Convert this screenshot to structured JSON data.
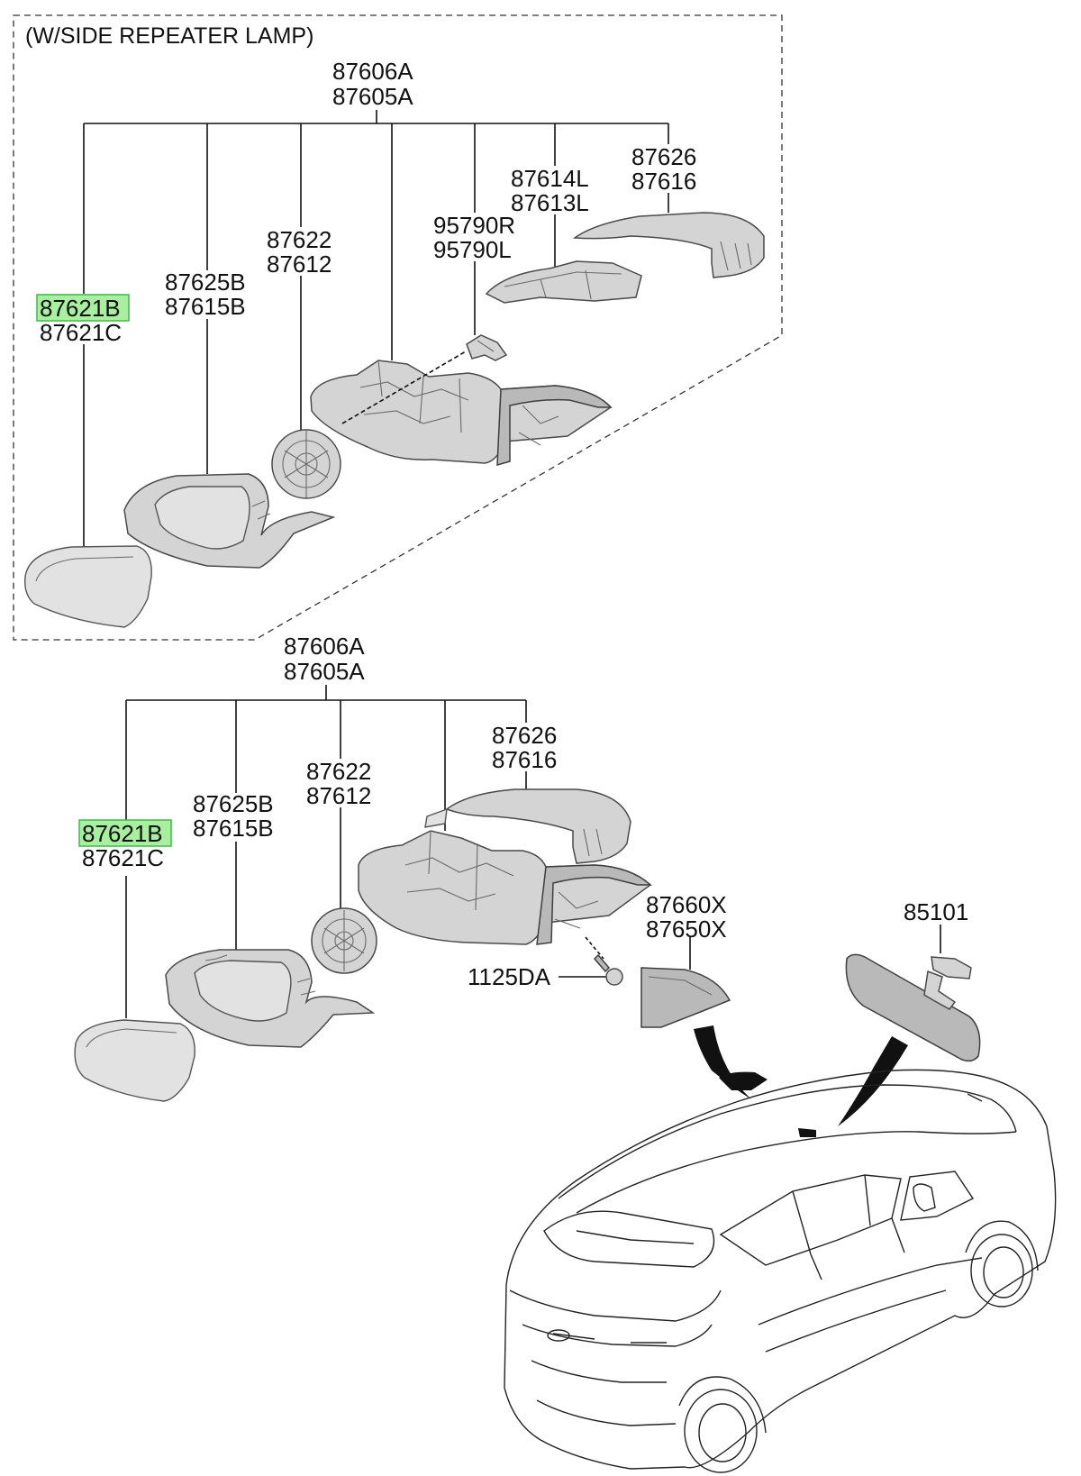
{
  "diagram": {
    "section_title": "(W/SIDE REPEATER LAMP)",
    "top_group": {
      "assembly": [
        "87606A",
        "87605A"
      ],
      "mirror_glass": [
        "87621B",
        "87621C"
      ],
      "holder": [
        "87625B",
        "87615B"
      ],
      "actuator": [
        "87622",
        "87612"
      ],
      "repeater_lamp": [
        "95790R",
        "95790L"
      ],
      "lamp_lens": [
        "87614L",
        "87613L"
      ],
      "cover": [
        "87626",
        "87616"
      ]
    },
    "bottom_group": {
      "assembly": [
        "87606A",
        "87605A"
      ],
      "mirror_glass": [
        "87621B",
        "87621C"
      ],
      "holder": [
        "87625B",
        "87615B"
      ],
      "actuator": [
        "87622",
        "87612"
      ],
      "cover": [
        "87626",
        "87616"
      ],
      "screw": "1125DA",
      "garnish": [
        "87660X",
        "87650X"
      ],
      "inside_mirror": "85101"
    },
    "highlight_color": "#a8f0a0"
  }
}
